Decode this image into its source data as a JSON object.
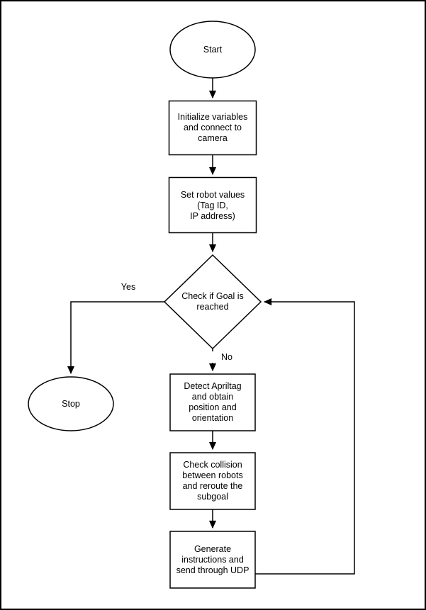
{
  "diagram": {
    "type": "flowchart",
    "background_color": "#ffffff",
    "stroke_color": "#000000",
    "text_color": "#000000",
    "nodes": {
      "start": {
        "shape": "ellipse",
        "lines": [
          "Start"
        ]
      },
      "init": {
        "shape": "process",
        "lines": [
          "Initialize variables",
          "and connect to",
          "camera"
        ]
      },
      "set_values": {
        "shape": "process",
        "lines": [
          "Set robot values",
          "(Tag ID,",
          "IP address)"
        ]
      },
      "decision": {
        "shape": "diamond",
        "lines": [
          "Check if Goal is",
          "reached"
        ]
      },
      "stop": {
        "shape": "ellipse",
        "lines": [
          "Stop"
        ]
      },
      "detect": {
        "shape": "process",
        "lines": [
          "Detect Apriltag",
          "and obtain",
          "position and",
          "orientation"
        ]
      },
      "collision": {
        "shape": "process",
        "lines": [
          "Check collision",
          "between robots",
          "and reroute the",
          "subgoal"
        ]
      },
      "generate": {
        "shape": "process",
        "lines": [
          "Generate",
          "instructions and",
          "send through UDP"
        ]
      }
    },
    "edge_labels": {
      "yes": "Yes",
      "no": "No"
    },
    "edges": [
      "start -> init",
      "init -> set_values",
      "set_values -> decision",
      "decision -> stop (Yes)",
      "decision -> detect (No)",
      "detect -> collision",
      "collision -> generate",
      "generate -> decision (loop)"
    ]
  }
}
